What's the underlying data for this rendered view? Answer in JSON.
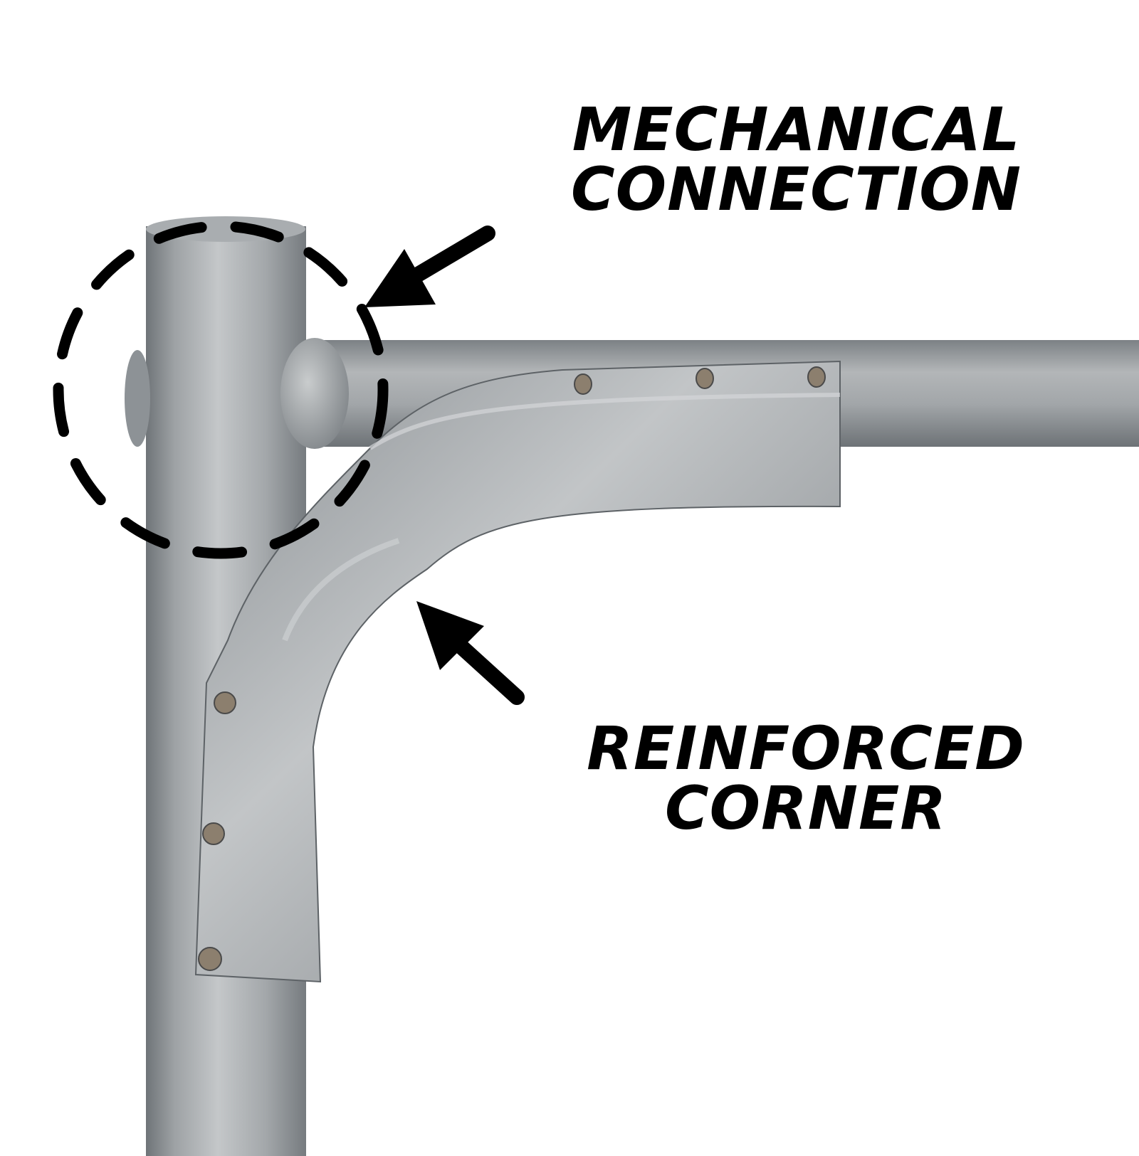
{
  "annotations": {
    "mechanical": {
      "line1": "MECHANICAL",
      "line2": "CONNECTION"
    },
    "reinforced": {
      "line1": "REINFORCED",
      "line2": "CORNER"
    }
  },
  "colors": {
    "background": "#ffffff",
    "annotation": "#000000",
    "metal_light": "#b9bcbe",
    "metal_mid": "#9a9ea1",
    "metal_dark": "#6f7478"
  }
}
